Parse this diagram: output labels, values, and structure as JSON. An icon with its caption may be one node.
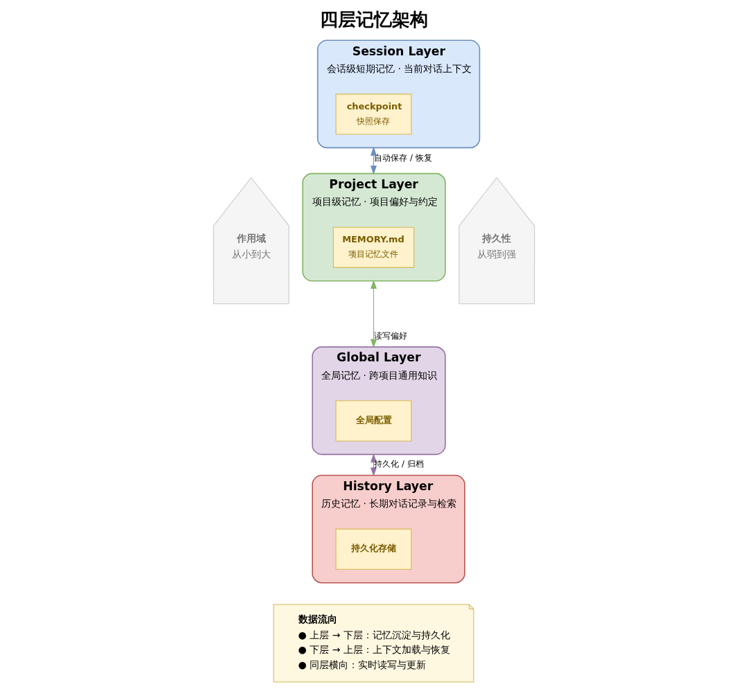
{
  "diagram": {
    "title": "四层记忆架构",
    "nodes": [
      {
        "text": [
          "Session Layer",
          "会话级短期记忆 · 当前对话上下文"
        ]
      },
      {
        "text": [
          "checkpoint",
          "快照保存"
        ],
        "in": 0
      },
      {
        "text": [
          "Project Layer",
          "项目级记忆 · 项目偏好与约定"
        ]
      },
      {
        "text": [
          "MEMORY.md",
          "项目记忆文件"
        ],
        "in": 2
      },
      {
        "text": [
          "Global Layer",
          "全局记忆 · 跨项目通用知识"
        ]
      },
      {
        "text": [
          "全局配置"
        ],
        "in": 4
      },
      {
        "text": [
          "History Layer",
          "历史记忆 · 长期对话记录与检索"
        ]
      },
      {
        "text": [
          "持久化存储"
        ],
        "in": 6
      },
      {
        "text": [
          "作用域",
          "从小到大"
        ]
      },
      {
        "text": [
          "持久性",
          "从弱到强"
        ]
      },
      {
        "text": [
          "数据流向",
          "● 上层 → 下层：记忆沉淀与持久化",
          "● 下层 → 上层：上下文加载与恢复",
          "● 同层横向：实时读写与更新"
        ]
      }
    ],
    "edges": [
      {
        "from": 0,
        "to": 2,
        "arrow": "both",
        "label": "自动保存 / 恢复",
        "color": "#6c8ebf"
      },
      {
        "from": 2,
        "to": 4,
        "arrow": "both",
        "label": "读写偏好",
        "color": "#82b366"
      },
      {
        "from": 4,
        "to": 6,
        "arrow": "both",
        "label": "持久化 / 归档",
        "color": "#9673a6"
      }
    ]
  }
}
